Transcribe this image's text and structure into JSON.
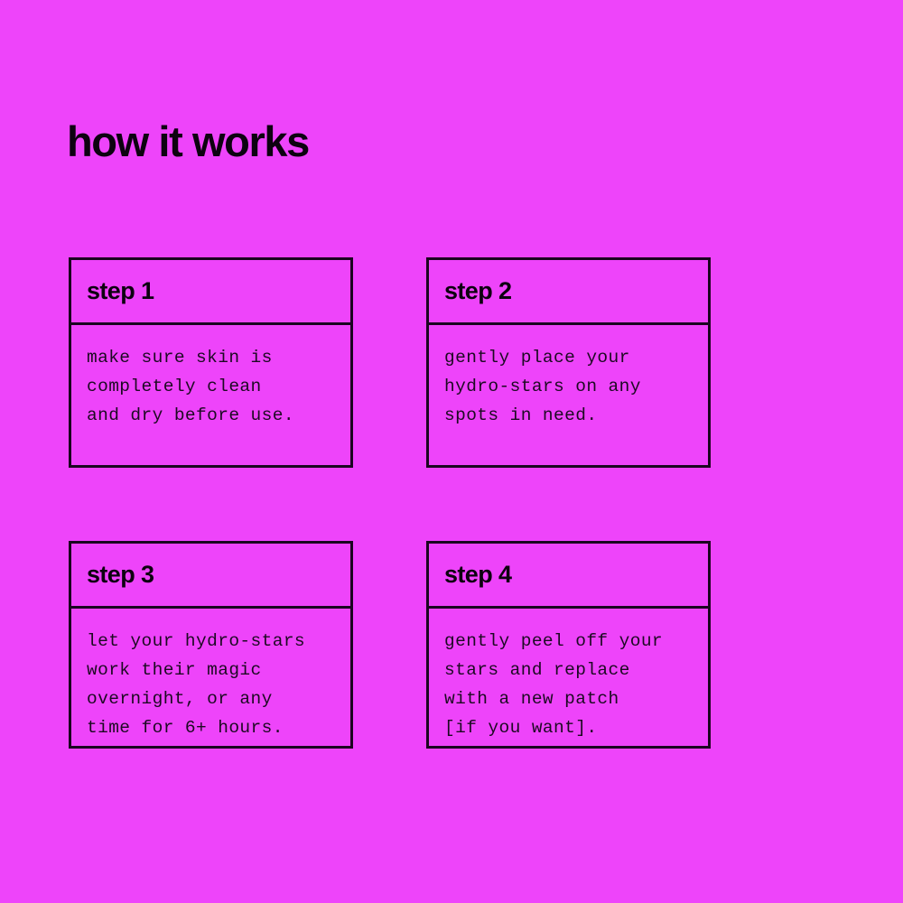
{
  "theme": {
    "background_color": "#ee44fa",
    "ink_color": "#0d0210",
    "border_color": "#1b0520",
    "body_text_color": "#1c0a22"
  },
  "header": {
    "title": "how it works"
  },
  "steps": [
    {
      "label": "step 1",
      "text": "make sure skin is\ncompletely clean\nand dry before use."
    },
    {
      "label": "step 2",
      "text": "gently place your\nhydro-stars on any\nspots in need."
    },
    {
      "label": "step 3",
      "text": "let your hydro-stars\nwork their magic\novernight, or any\ntime for 6+ hours."
    },
    {
      "label": "step 4",
      "text": "gently peel off your\nstars and replace\nwith a new patch\n[if you want]."
    }
  ]
}
